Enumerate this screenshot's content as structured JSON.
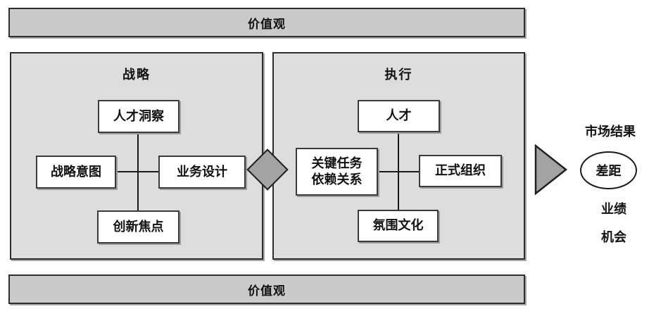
{
  "bars": {
    "top_label": "价值观",
    "bottom_label": "价值观"
  },
  "strategy": {
    "title": "战略",
    "nodes": {
      "top": "人才洞察",
      "left": "战略意图",
      "right": "业务设计",
      "bottom": "创新焦点"
    }
  },
  "execution": {
    "title": "执行",
    "nodes": {
      "top": "人才",
      "left_line1": "关键任务",
      "left_line2": "依赖关系",
      "right": "正式组织",
      "bottom": "氛围文化"
    }
  },
  "results": {
    "market": "市场结果",
    "gap": "差距",
    "performance": "业绩",
    "opportunity": "机会"
  },
  "colors": {
    "bar_fill": "#cacaca",
    "panel_fill": "#dddddd",
    "node_fill": "#ffffff",
    "shape_fill": "#a3a3a3",
    "border_dark": "#2d2d2d"
  }
}
